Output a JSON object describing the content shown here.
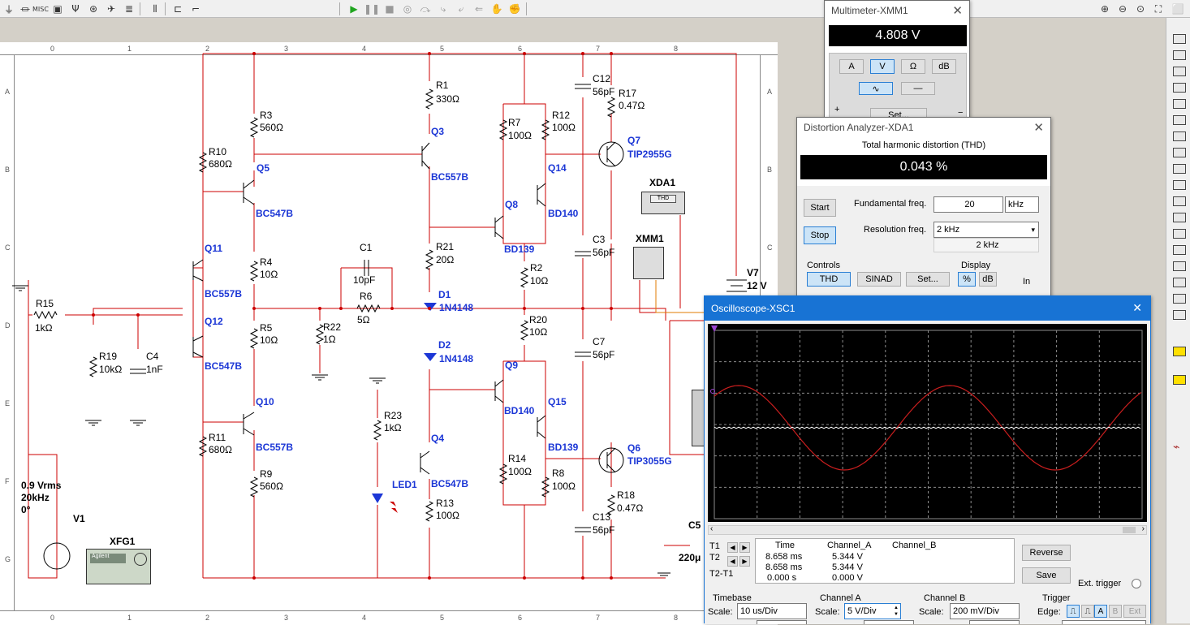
{
  "toolbar": {
    "misc_label": "MISC",
    "icons": [
      "source-icon",
      "basic-icon",
      "misc-icon",
      "indicator-icon",
      "diode-icon",
      "power-icon",
      "transistor-icon",
      "analog-icon",
      "ttl-icon",
      "cmos-icon",
      "mcu-icon",
      "run-icon",
      "pause-icon",
      "stop-icon"
    ]
  },
  "ruler": {
    "top_numbers": [
      "0",
      "1",
      "2",
      "3",
      "4",
      "5",
      "6",
      "7",
      "8"
    ],
    "side_letters": [
      "A",
      "B",
      "C",
      "D",
      "E",
      "F",
      "G"
    ]
  },
  "schematic": {
    "labels": {
      "r1": "R1",
      "r1v": "330Ω",
      "r3": "R3",
      "r3v": "560Ω",
      "r10": "R10",
      "r10v": "680Ω",
      "q5": "Q5",
      "q5t": "BC547B",
      "q3": "Q3",
      "q3t": "BC557B",
      "r7": "R7",
      "r7v": "100Ω",
      "r12": "R12",
      "r12v": "100Ω",
      "c12": "C12",
      "c12v": "56pF",
      "r17": "R17",
      "r17v": "0.47Ω",
      "q7": "Q7",
      "q7t": "TIP2955G",
      "q14": "Q14",
      "q8": "Q8",
      "q8t": "BD139",
      "q14t": "BD140",
      "xda": "XDA1",
      "xmm": "XMM1",
      "c3": "C3",
      "c3v": "56pF",
      "q11": "Q11",
      "q11t": "BC557B",
      "r4": "R4",
      "r4v": "10Ω",
      "c1": "C1",
      "c1v": "10pF",
      "r6": "R6",
      "r6v": "5Ω",
      "r21": "R21",
      "r21v": "20Ω",
      "r2": "R2",
      "r2v": "10Ω",
      "v7": "V7",
      "v7v": "12 V",
      "d1": "D1",
      "d1t": "1N4148",
      "r15": "R15",
      "r15v": "1kΩ",
      "q12": "Q12",
      "q12t": "BC547B",
      "r5": "R5",
      "r5v": "10Ω",
      "r22": "R22",
      "r22v": "1Ω",
      "r20": "R20",
      "r20v": "10Ω",
      "c7": "C7",
      "c7v": "56pF",
      "r19": "R19",
      "r19v": "10kΩ",
      "c4": "C4",
      "c4v": "1nF",
      "d2": "D2",
      "d2t": "1N4148",
      "q9": "Q9",
      "q9t": "BD140",
      "q15": "Q15",
      "q15t": "BD139",
      "q10": "Q10",
      "q10t": "BC557B",
      "r23": "R23",
      "r23v": "1kΩ",
      "q4": "Q4",
      "q4t": "BC547B",
      "r11": "R11",
      "r11v": "680Ω",
      "r14": "R14",
      "r14v": "100Ω",
      "r8": "R8",
      "r8v": "100Ω",
      "q6": "Q6",
      "q6t": "TIP3055G",
      "r9": "R9",
      "r9v": "560Ω",
      "led1": "LED1",
      "r18": "R18",
      "r18v": "0.47Ω",
      "v1_amp": "0.9 Vrms",
      "v1_freq": "20kHz",
      "v1_phase": "0°",
      "v1": "V1",
      "r13": "R13",
      "r13v": "100Ω",
      "c13": "C13",
      "c13v": "56pF",
      "c5": "C5",
      "c5v": "220μ",
      "xfg": "XFG1",
      "agilent": "Agilent",
      "thd_box": "THD"
    }
  },
  "multimeter": {
    "title": "Multimeter-XMM1",
    "reading": "4.808 V",
    "modes": [
      "A",
      "V",
      "Ω",
      "dB"
    ],
    "active_mode": "V",
    "set_label": "Set...",
    "plus": "+",
    "minus": "−"
  },
  "distortion": {
    "title": "Distortion Analyzer-XDA1",
    "heading": "Total harmonic distortion (THD)",
    "reading": "0.043 %",
    "start": "Start",
    "stop": "Stop",
    "fund_label": "Fundamental freq.",
    "fund_value": "20",
    "fund_unit": "kHz",
    "res_label": "Resolution freq.",
    "res_value": "2 kHz",
    "res_display": "2 kHz",
    "controls_label": "Controls",
    "display_label": "Display",
    "thd_btn": "THD",
    "sinad_btn": "SINAD",
    "set_btn": "Set...",
    "pct_btn": "%",
    "db_btn": "dB",
    "in_label": "In"
  },
  "oscilloscope": {
    "title": "Oscilloscope-XSC1",
    "colors": {
      "trace_a": "#c81e1e",
      "trace_b": "#ffffff",
      "grid": "#8c8c8c"
    },
    "table": {
      "headers": [
        "Time",
        "Channel_A",
        "Channel_B"
      ],
      "rows": [
        {
          "label": "T1",
          "time": "8.658 ms",
          "a": "5.344 V",
          "b": ""
        },
        {
          "label": "T2",
          "time": "8.658 ms",
          "a": "5.344 V",
          "b": ""
        },
        {
          "label": "T2-T1",
          "time": "0.000 s",
          "a": "0.000 V",
          "b": ""
        }
      ]
    },
    "reverse": "Reverse",
    "save": "Save",
    "ext_trigger": "Ext. trigger",
    "timebase_label": "Timebase",
    "timebase_scale_label": "Scale:",
    "timebase_scale": "10 us/Div",
    "cha_label": "Channel A",
    "cha_scale_label": "Scale:",
    "cha_scale": "5  V/Div",
    "chb_label": "Channel B",
    "chb_scale_label": "Scale:",
    "chb_scale": "200 mV/Div",
    "trigger_label": "Trigger",
    "edge_label": "Edge:",
    "edge_a": "A",
    "edge_b": "B",
    "edge_ext": "Ext"
  }
}
